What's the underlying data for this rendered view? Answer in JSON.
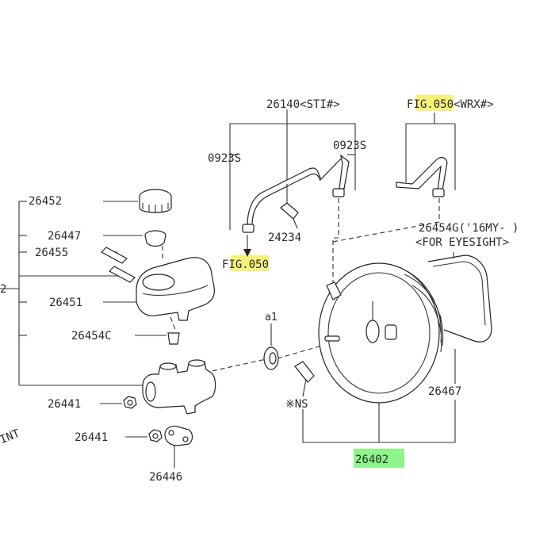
{
  "labels": {
    "p26140": "26140<STI#>",
    "p0923s_left": "0923S",
    "p0923s_right": "0923S",
    "fig_top_prefix": "F",
    "fig_top_hl": "IG.05",
    "fig_top_suffix": "0<WRX#>",
    "p24234": "24234",
    "fig_mid_prefix": "F",
    "fig_mid_hl": "IG.05",
    "fig_mid_suffix": "0",
    "p26452": "26452",
    "p26447": "26447",
    "p26455": "26455",
    "p26451": "26451",
    "p26454c": "26454C",
    "p26441_a": "26441",
    "p26441_b": "26441",
    "p26446": "26446",
    "p26454g_l1": "26454G('16MY- )",
    "p26454g_l2": "<FOR EYESIGHT>",
    "p26467": "26467",
    "ns": "※NS",
    "a1": "a1",
    "p26402": "26402",
    "edge_left": "2",
    "edge_bottom": "INT"
  },
  "colors": {
    "highlight_yellow": "#f7f37a",
    "highlight_green": "#8df58a",
    "line": "#333333"
  }
}
